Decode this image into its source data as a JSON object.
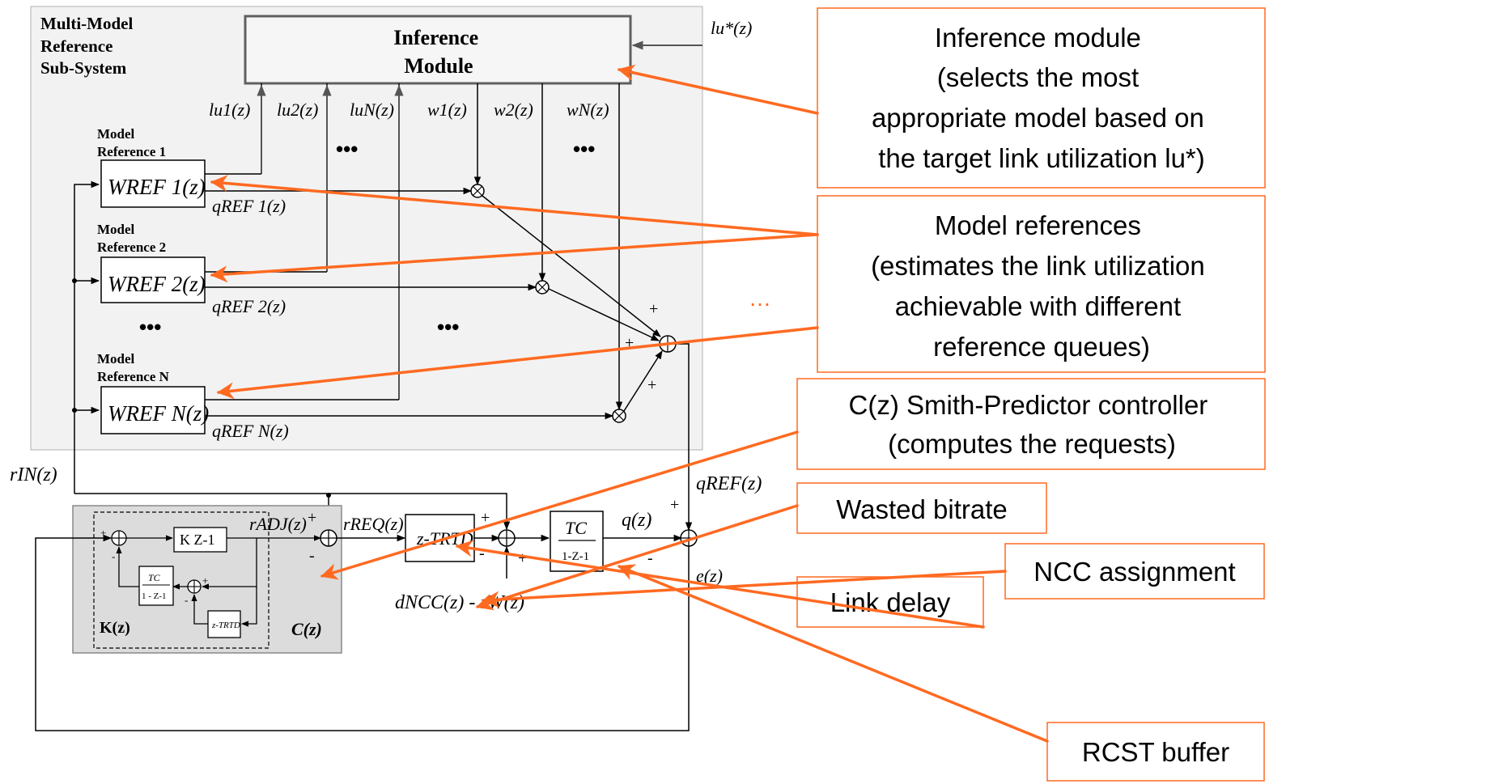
{
  "subsystem": {
    "title_lines": [
      "Multi-Model",
      "Reference",
      "Sub-System"
    ]
  },
  "inference_module": {
    "lines": [
      "Inference",
      "Module"
    ],
    "input_label": "lu*(z)"
  },
  "signals": {
    "lu1": "lu1(z)",
    "lu2": "lu2(z)",
    "luN": "luN(z)",
    "w1": "w1(z)",
    "w2": "w2(z)",
    "wN": "wN(z)",
    "qref1": "qREF 1(z)",
    "qref2": "qREF 2(z)",
    "qrefN": "qREF N(z)",
    "qref": "qREF(z)",
    "rin": "rIN(z)",
    "radj": "rADJ(z)",
    "rreq": "rREQ(z)",
    "q": "q(z)",
    "e": "e(z)",
    "dncc": "dNCC(z) - rW(z)"
  },
  "model_references": [
    {
      "label_lines": [
        "Model",
        "Reference 1"
      ],
      "block": "WREF 1(z)"
    },
    {
      "label_lines": [
        "Model",
        "Reference 2"
      ],
      "block": "WREF 2(z)"
    },
    {
      "label_lines": [
        "Model",
        "Reference N"
      ],
      "block": "WREF N(z)"
    }
  ],
  "blocks": {
    "kz": "K Z-1",
    "integrator_num": "TC",
    "integrator_den": "1 - Z-1",
    "delay_inner": "z-TRTD",
    "delay_main": "z-TRTD",
    "buffer_num": "TC",
    "buffer_den": "1-Z-1",
    "k_label": "K(z)",
    "c_label": "C(z)"
  },
  "ellipses": [
    "•••",
    "•••",
    "•••",
    "•••",
    "•••",
    "…"
  ],
  "callouts": [
    {
      "id": "inference",
      "lines": [
        "Inference module",
        "(selects the most",
        "appropriate model based on",
        "the target link utilization lu*)"
      ]
    },
    {
      "id": "model-refs",
      "lines": [
        "Model references",
        "(estimates the link utilization",
        "achievable with different",
        "reference queues)"
      ]
    },
    {
      "id": "controller",
      "lines": [
        "C(z) Smith-Predictor controller",
        "(computes the requests)"
      ]
    },
    {
      "id": "wasted",
      "lines": [
        "Wasted bitrate"
      ]
    },
    {
      "id": "ncc",
      "lines": [
        "NCC assignment"
      ]
    },
    {
      "id": "link-delay",
      "lines": [
        "Link delay"
      ]
    },
    {
      "id": "rcst",
      "lines": [
        "RCST buffer"
      ]
    }
  ],
  "colors": {
    "callout": "#ff6a21",
    "subsystem_bg": "#f2f2f2",
    "controller_bg": "#dcdcdc",
    "inference_border": "#606060"
  }
}
